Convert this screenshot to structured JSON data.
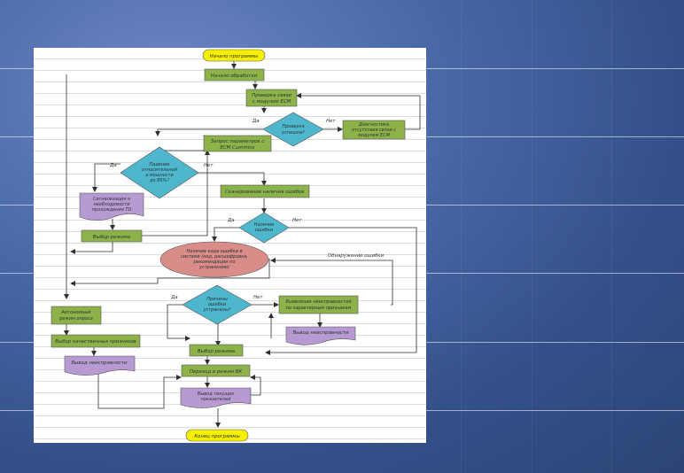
{
  "colors": {
    "terminal": "#f6f000",
    "process": "#8db24a",
    "decision": "#4eb7cd",
    "output": "#b79ad2",
    "error_ellipse": "#d98c88",
    "connector": "#2f2f2f"
  },
  "nodes": {
    "start": "Начало программы",
    "begin_processing": "Начало обработки",
    "check_link": [
      "Проверка связи",
      "с модулем ECM"
    ],
    "check_success": [
      "Проверка",
      "успешна?"
    ],
    "diag_no_link": [
      "Диагностика",
      "отсутствия связи с",
      "модулем ECM"
    ],
    "request_params": [
      "Запрос параметров с",
      "ECM Cummins"
    ],
    "power_drop": [
      "Падение",
      "относительной",
      "а мощности",
      "до 85%?"
    ],
    "signal_to": [
      "Сигнализация о",
      "необходимости",
      "прохождения ТО"
    ],
    "mode_select_1": "Выбор режима",
    "scan_errors": "Сканирование наличия ошибок",
    "errors_present": [
      "Наличие",
      "ошибки"
    ],
    "error_code_present": [
      "Наличие кода ошибки в",
      "системе (код, расшифровка,",
      "рекомендации по",
      "устранению)"
    ],
    "error_cleared_note": "Обнаружение ошибки",
    "causes_fixed": [
      "Причины",
      "ошибки",
      "устранены?"
    ],
    "identify_fault": [
      "Выявление неисправностей",
      "по характерным признакам"
    ],
    "output_fault_1": "Вывод неисправности",
    "autonomous_mode": [
      "Автономный",
      "режим опроса"
    ],
    "quality_signs": "Выбор качественных признаков",
    "output_fault_2": "Вывод неисправности",
    "mode_select_2": "Выбор режима",
    "go_to_mode": "Переход в режим ВК",
    "output_current": [
      "Вывод текущих",
      "показателей"
    ],
    "end": "Конец программы"
  },
  "edge_labels": {
    "yes_1": "Да",
    "no_1": "Нет",
    "yes_2": "Да",
    "no_2": "Нет",
    "yes_3": "Да",
    "no_3": "Нет",
    "yes_4": "Да",
    "no_4": "Нет"
  }
}
